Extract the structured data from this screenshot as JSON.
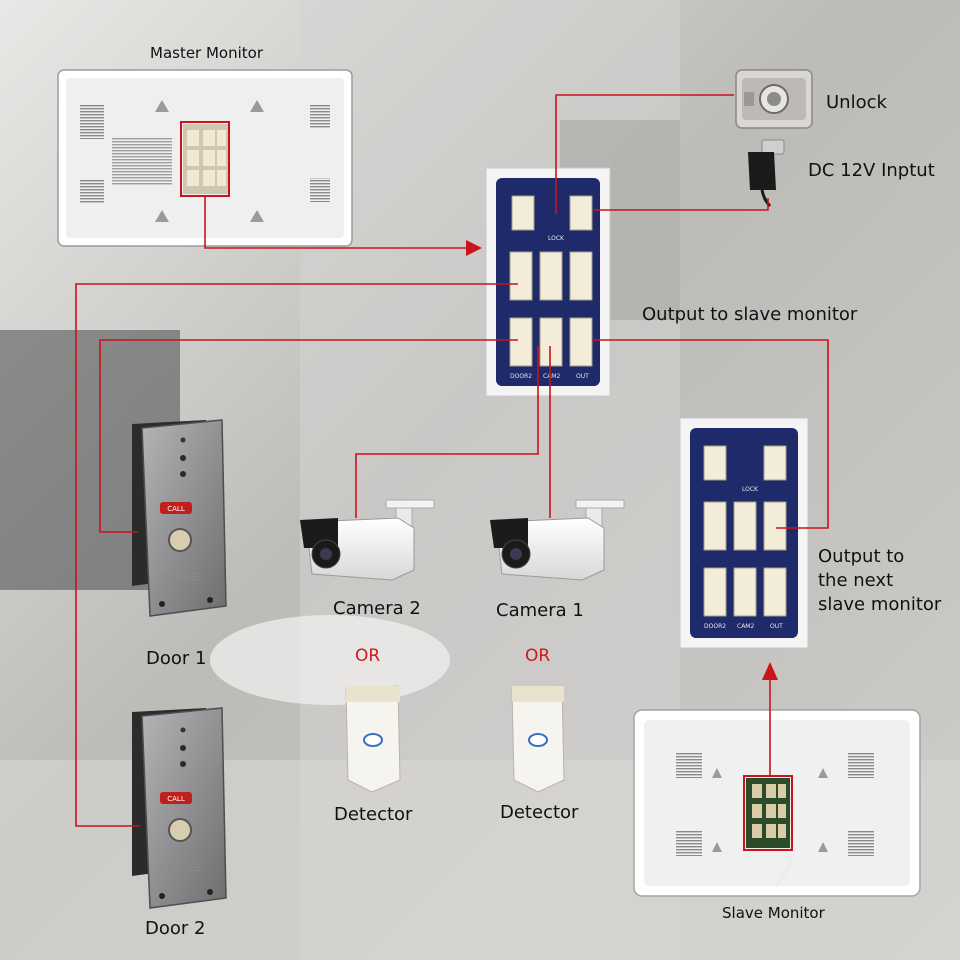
{
  "labels": {
    "master_monitor": "Master Monitor",
    "unlock": "Unlock",
    "dc_input": "DC 12V Inptut",
    "output_slave": "Output to slave monitor",
    "output_next_1": "Output to",
    "output_next_2": "the next",
    "output_next_3": "slave monitor",
    "camera2": "Camera 2",
    "camera1": "Camera 1",
    "or_left": "OR",
    "or_right": "OR",
    "detector_left": "Detector",
    "detector_right": "Detector",
    "door1": "Door 1",
    "door2": "Door 2",
    "slave_monitor": "Slave Monitor"
  },
  "board_silkscreen": {
    "lock": "LOCK",
    "door2": "DOOR2",
    "cam2": "CAM2",
    "out": "OUT"
  },
  "doorbell_button": "CALL",
  "colors": {
    "wire": "#c8141a",
    "pcb": "#1e2a6a",
    "connector": "#f3ecd8",
    "label_or": "#d01818",
    "doorbell_body": "#8e8e90",
    "call_badge": "#c0201c"
  }
}
